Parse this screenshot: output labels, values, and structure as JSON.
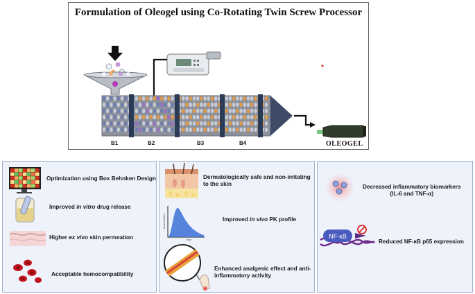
{
  "title": "Formulation of Oleogel using Co-Rotating Twin Screw Processor",
  "barrel_sections": [
    "B1",
    "B2",
    "B3",
    "B4"
  ],
  "product_label": "OLEOGEL",
  "left_panel": {
    "items": [
      {
        "text": "Optimization using Box Behnken Design"
      },
      {
        "pre": "Improved ",
        "em": "in vitro",
        "post": " drug release"
      },
      {
        "pre": "Higher ",
        "em": "ex vivo",
        "post": " skin permeation"
      },
      {
        "text": "Acceptable hemocompatibility"
      }
    ]
  },
  "middle_panel": {
    "items": [
      {
        "line1": "Dermatologically safe and non-irritating",
        "line2": "to the skin"
      },
      {
        "pre": "Improved ",
        "em": "in vivo",
        "post": " PK profile"
      },
      {
        "line1": "Enhanced analgesic effect and anti-",
        "line2": "inflammatory activity"
      }
    ],
    "pk_axis": {
      "ylabel": "Concentration",
      "xlabel": "Time"
    }
  },
  "right_panel": {
    "items": [
      {
        "line1": "Decreased  inflammatory biomarkers",
        "line2": "(IL-6 and TNF-α)"
      },
      {
        "text": "Reduced NF-κB p65 expression"
      }
    ],
    "nfkb_label": "NF-κB"
  },
  "colors": {
    "panel_border": "#9fb0cf",
    "panel_fill": "#eef3fb",
    "barrel": "#8a8f99",
    "divider": "#2b3a55",
    "die": "#3d4b66",
    "nfkb_blue": "#4a5bbf",
    "dna_purple": "#6b2a8a"
  },
  "icons": [
    "arrow-down-icon",
    "hopper-icon",
    "syringe-pump-icon",
    "heatmap-monitor-icon",
    "release-beaker-icon",
    "skin-layer-icon",
    "red-blood-cells-icon",
    "skin-cross-section-icon",
    "pk-curve-icon",
    "paw-inflammation-icon",
    "cytokine-cell-icon",
    "nfkb-dna-icon",
    "tube-icon"
  ]
}
